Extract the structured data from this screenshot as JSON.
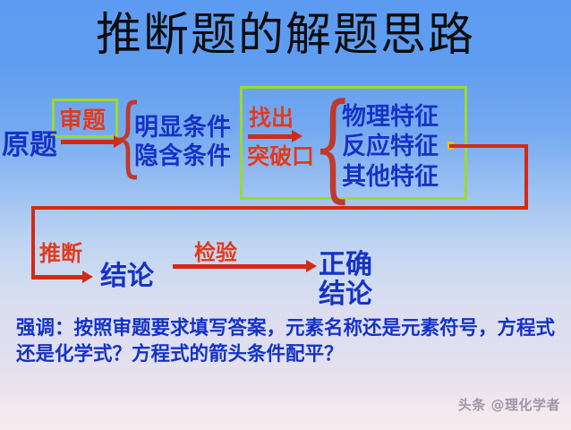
{
  "slide": {
    "title": "推断题的解题思路",
    "background_top_color": "#5c9bf1",
    "background_bottom_color": "#f6ecef"
  },
  "diagram": {
    "start_label": "原题",
    "step_review": "审题",
    "conditions": [
      "明显条件",
      "隐含条件"
    ],
    "step_find": "找出",
    "step_breakthrough": "突破口",
    "features": [
      "物理特征",
      "反应特征",
      "其他特征"
    ],
    "step_infer": "推断",
    "conclusion": "结论",
    "step_verify": "检验",
    "final_conclusion_line1": "正确",
    "final_conclusion_line2": "结论",
    "accent_green": "#9ed929",
    "accent_red": "#d32a17",
    "text_blue": "#1432c8",
    "text_red": "#e03a1e",
    "brace_glyph": "{"
  },
  "emphasis": {
    "text": "强调：按照审题要求填写答案，元素名称还是元素符号，方程式还是化学式？方程式的箭头条件配平？"
  },
  "watermark": {
    "text": "头条 @理化学者"
  }
}
